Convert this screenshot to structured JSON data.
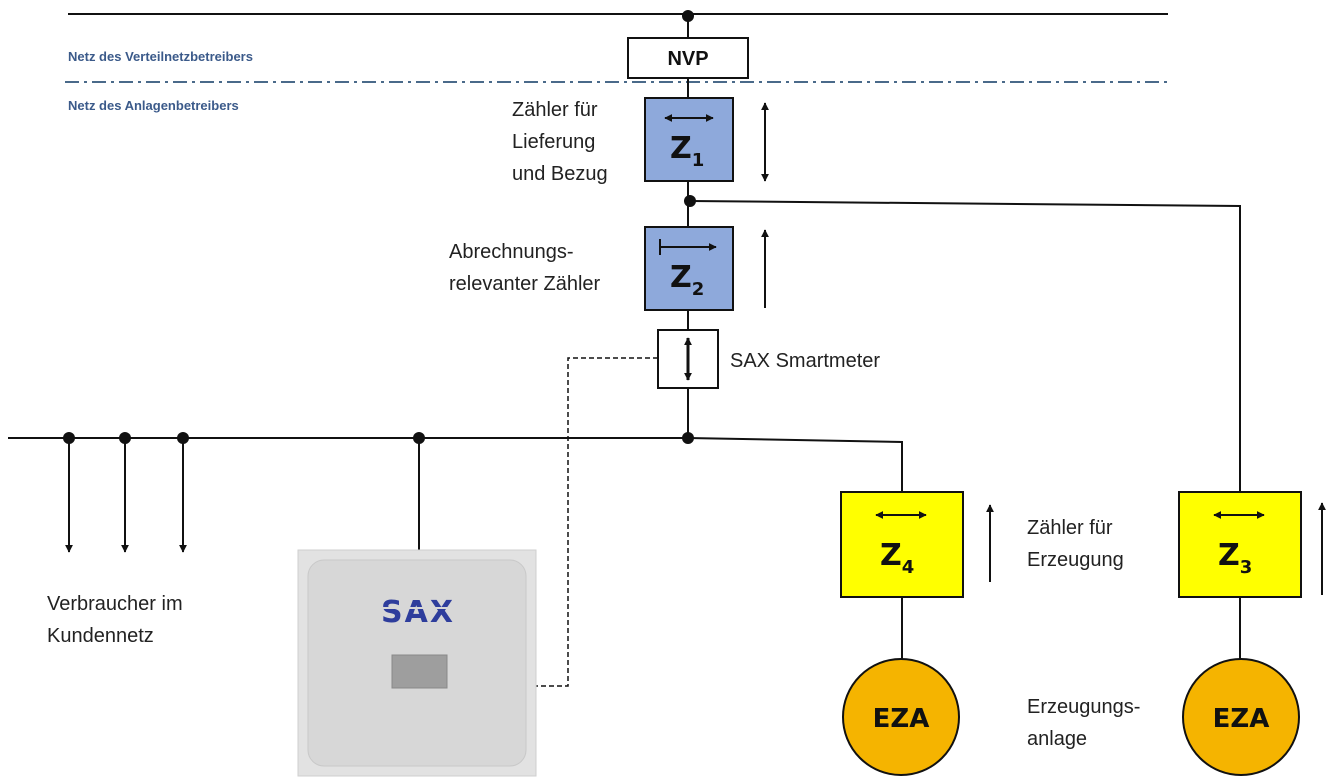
{
  "colors": {
    "meter_blue": "#8ea9db",
    "meter_yellow": "#ffff00",
    "eza_orange": "#f5b400",
    "net_label": "#3b5a8a",
    "dashdot": "#4a6a8a",
    "device_gray": "#d9d9d9",
    "logo_blue": "#2e3d9c"
  },
  "network": {
    "operator_label": "Netz des Verteilnetzbetreibers",
    "plant_label": "Netz des Anlagenbetreibers"
  },
  "nvp": {
    "label": "NVP"
  },
  "meters": {
    "z1": {
      "letter": "Z",
      "sub": "1",
      "arrow": "bidirectional",
      "label_lines": [
        "Zähler für",
        "Lieferung",
        "und Bezug"
      ]
    },
    "z2": {
      "letter": "Z",
      "sub": "2",
      "arrow": "rightward",
      "label_lines": [
        "Abrechnungs-",
        "relevanter Zähler"
      ]
    },
    "z3": {
      "letter": "Z",
      "sub": "3",
      "arrow": "bidirectional"
    },
    "z4": {
      "letter": "Z",
      "sub": "4",
      "arrow": "bidirectional"
    },
    "generation_label_lines": [
      "Zähler für",
      "Erzeugung"
    ]
  },
  "smartmeter": {
    "label": "SAX Smartmeter",
    "icon": "up-down-arrow-icon"
  },
  "consumers": {
    "label_lines": [
      "Verbraucher im",
      "Kundennetz"
    ]
  },
  "device": {
    "logo": "SAX"
  },
  "generation": {
    "unit_label": "EZA",
    "label_lines": [
      "Erzeugungs-",
      "anlage"
    ]
  }
}
